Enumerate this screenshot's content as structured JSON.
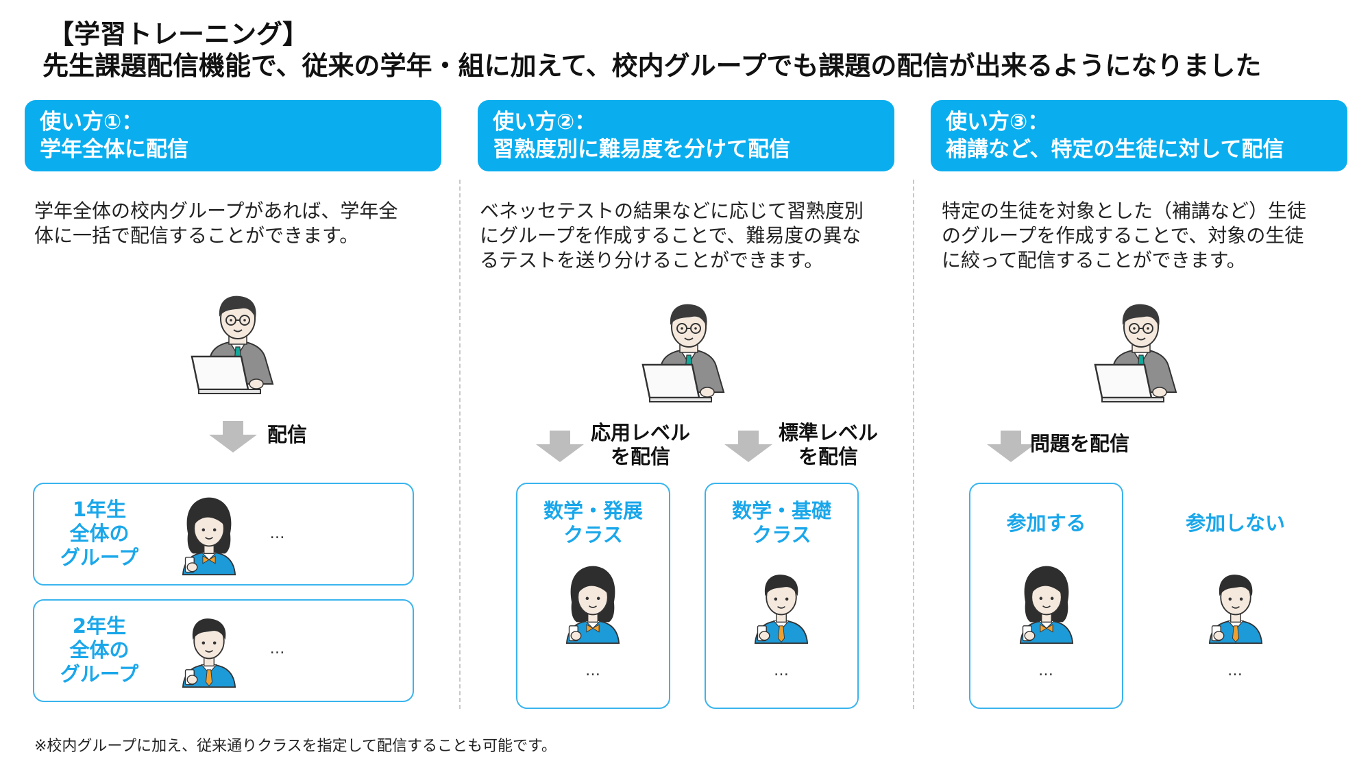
{
  "title": {
    "line1": "【学習トレーニング】",
    "line2": "先生課題配信機能で、従来の学年・組に加えて、校内グループでも課題の配信が出来るようになりました"
  },
  "colors": {
    "accent": "#0aaeef",
    "card_border": "#39b4ee",
    "label_blue": "#1aa7ea",
    "arrow_gray": "#bdbdbd",
    "tie_teal": "#12a89a",
    "bow_orange": "#f0a030"
  },
  "columns": [
    {
      "header": {
        "line1": "使い方①：",
        "line2": "学年全体に配信"
      },
      "description": [
        "学年全体の校内グループがあれば、学年全",
        "体に一括で配信することができます。"
      ],
      "arrow_label": "配信",
      "groups": [
        {
          "label": [
            "1年生",
            "全体の",
            "グループ"
          ],
          "ellipsis": "…"
        },
        {
          "label": [
            "2年生",
            "全体の",
            "グループ"
          ],
          "ellipsis": "…"
        }
      ]
    },
    {
      "header": {
        "line1": "使い方②：",
        "line2": "習熟度別に難易度を分けて配信"
      },
      "description": [
        "ベネッセテストの結果などに応じて習熟度別",
        "にグループを作成することで、難易度の異な",
        "るテストを送り分けることができます。"
      ],
      "arrows": [
        {
          "label": [
            "応用レベル",
            "を配信"
          ]
        },
        {
          "label": [
            "標準レベル",
            "を配信"
          ]
        }
      ],
      "groups": [
        {
          "label": [
            "数学・発展",
            "クラス"
          ],
          "ellipsis": "…"
        },
        {
          "label": [
            "数学・基礎",
            "クラス"
          ],
          "ellipsis": "…"
        }
      ]
    },
    {
      "header": {
        "line1": "使い方③：",
        "line2": "補講など、特定の生徒に対して配信"
      },
      "description": [
        "特定の生徒を対象とした（補講など）生徒",
        "のグループを作成することで、対象の生徒",
        "に絞って配信することができます。"
      ],
      "arrow_label": "問題を配信",
      "groups": [
        {
          "label": [
            "参加する"
          ],
          "ellipsis": "…"
        },
        {
          "label": [
            "参加しない"
          ],
          "ellipsis": "…"
        }
      ]
    }
  ],
  "footnote": "※校内グループに加え、従来通りクラスを指定して配信することも可能です。",
  "icons": {
    "teacher": "teacher-with-laptop-icon",
    "student_girl": "student-girl-with-phone-icon",
    "student_boy": "student-boy-with-phone-icon",
    "arrow": "down-arrow-icon"
  }
}
